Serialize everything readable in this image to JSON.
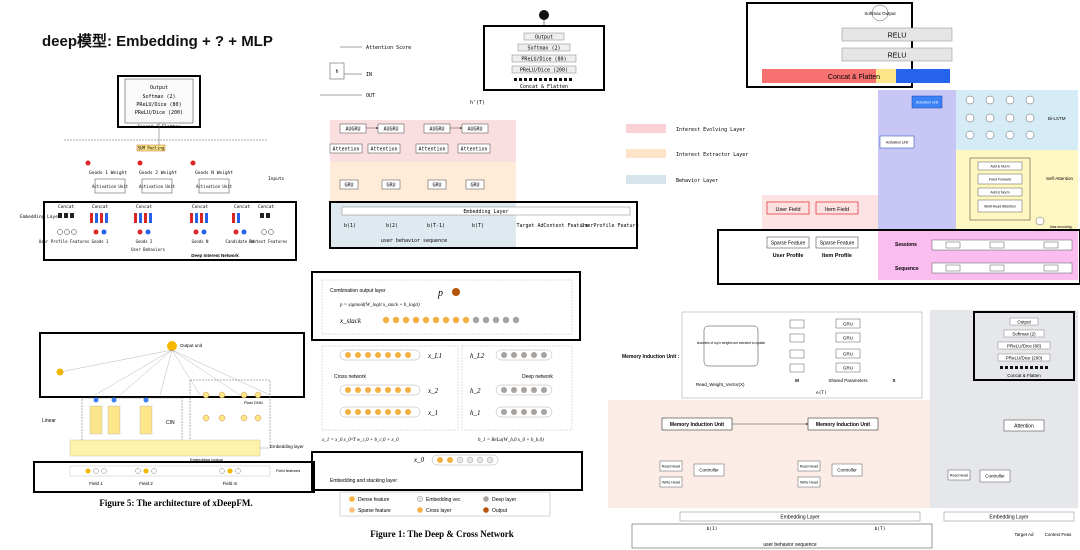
{
  "headline": "deep模型: Embedding + ? + MLP",
  "din": {
    "output": "Output",
    "softmax": "Softmax (2)",
    "prelu80": "PReLU/Dice (80)",
    "prelu200": "PReLU/Dice (200)",
    "concat_flatten": "Concat & Flatten",
    "sum_pooling": "SUM Pooling",
    "concat": "Concat",
    "goods1_weight": "Goods 1 Weight",
    "goods2_weight": "Goods 2 Weight",
    "goodsn_weight": "Goods N Weight",
    "activation_unit": "Activation Unit",
    "inputs": "Inputs",
    "embedding_layer": "Embedding Layer",
    "user_profile_features": "User Profile Features",
    "goods1": "Goods 1",
    "goods2": "Goods 2",
    "goodsn": "Goods N",
    "user_behaviors": "User Behaviors",
    "candidate_ad": "Candidate Ad",
    "context_features": "Context Features",
    "caption": "Deep Interest Network"
  },
  "dien": {
    "output": "Output",
    "softmax": "Softmax (2)",
    "prelu80": "PReLU/Dice (80)",
    "prelu200": "PReLU/Dice (200)",
    "concat_flatten": "Concat & Flatten",
    "attention_score": "Attention Score",
    "in_label": "IN",
    "out_label": "OUT",
    "h_label": "h",
    "h_T": "h'(T)",
    "augru": "AUGRU",
    "attention": "Attention",
    "gru": "GRU",
    "embedding_layer": "Embedding Layer",
    "b1": "b(1)",
    "b2": "b(2)",
    "bT1": "b(T-1)",
    "bT": "b(T)",
    "target_ad": "Target Ad",
    "context_feature": "Context Feature",
    "userprofile_feature": "UserProfile Feature",
    "user_behavior_sequence": "user behavior sequence",
    "legend_interest_evolving": "Interest Evolving Layer",
    "legend_interest_extractor": "Interest Extractor Layer",
    "legend_behavior": "Behavior Layer"
  },
  "dsin": {
    "softmax_output": "Softmax Output",
    "relu_top": "RELU",
    "relu_bottom": "RELU",
    "concat_flatten": "Concat & Flatten",
    "activation_unit": "Activation Unit",
    "bi_lstm": "Bi-LSTM",
    "add_norm": "Add & Norm",
    "feed_forward": "Feed Forward",
    "multi_head_attention": "Multi-Head Attention",
    "self_attention": "Self-Attention",
    "bias_encoding": "bias encoding",
    "user_field": "User Field",
    "item_field": "Item Field",
    "sparse_feature": "Sparse Feature",
    "user_profile": "User Profile",
    "item_profile": "Item Profile",
    "sessions": "Sessions",
    "sequence": "Sequence"
  },
  "xdeepfm": {
    "output_unit": "Output unit",
    "linear": "Linear",
    "cin": "CIN",
    "plain_dnn": "Plain DNN",
    "embedding_layer": "Embedding layer",
    "embedding_lookup": "Embedding lookup",
    "raw_features": "Field features",
    "field1": "Field 1",
    "field2": "Field 2",
    "fieldm": "Field m",
    "caption": "Figure 5: The architecture of xDeepFM."
  },
  "dcn": {
    "p_symbol": "p",
    "combination_layer": "Combination output layer",
    "p_formula": "p = sigmoid(W_logit x_stack + b_logit)",
    "x_stack": "x_stack",
    "cross_network": "Cross network",
    "deep_network": "Deep network",
    "xL1": "x_L1",
    "x2": "x_2",
    "x1": "x_1",
    "hL2": "h_L2",
    "h2": "h_2",
    "h1": "h_1",
    "x0": "x_0",
    "cross_formula": "x_1 = x_0 x_0^T w_c,0 + b_c,0 + x_0",
    "deep_formula": "h_1 = ReLu(W_h,0 x_0 + b_h,0)",
    "embedding_stacking": "Embedding and stacking layer",
    "legend_dense": "Dense feature",
    "legend_embedding": "Embedding vec",
    "legend_deep": "Deep layer",
    "legend_sparse": "Sparse feature",
    "legend_cross": "Cross layer",
    "legend_output": "Output",
    "caption": "Figure 1: The Deep & Cross Network"
  },
  "mimn": {
    "memory_induction_unit_label": "Memory Induction Unit :",
    "channels_text": "channels of top k weights are selected to update",
    "read_weight": "Read_Weight_Vector(X)",
    "gru": "GRU",
    "shared_parameters": "Shared Parameters",
    "m_label": "M",
    "s_label": "S",
    "et": "e(T)",
    "memory_induction_unit": "Memory Induction Unit",
    "read_head": "Read Head",
    "write_head": "Write Head",
    "controller": "Controller",
    "embedding_layer": "Embedding Layer",
    "b1": "b(1)",
    "bT": "b(T)",
    "user_behavior_sequence": "user behavior sequence",
    "output": "Output",
    "softmax": "Softmax (2)",
    "prelu80": "PReLU/Dice (80)",
    "prelu200": "PReLU/Dice (200)",
    "concat_flatten": "Concat & Flatten",
    "attention": "Attention",
    "target_ad": "Target Ad",
    "context_feas": "Context Feas"
  }
}
